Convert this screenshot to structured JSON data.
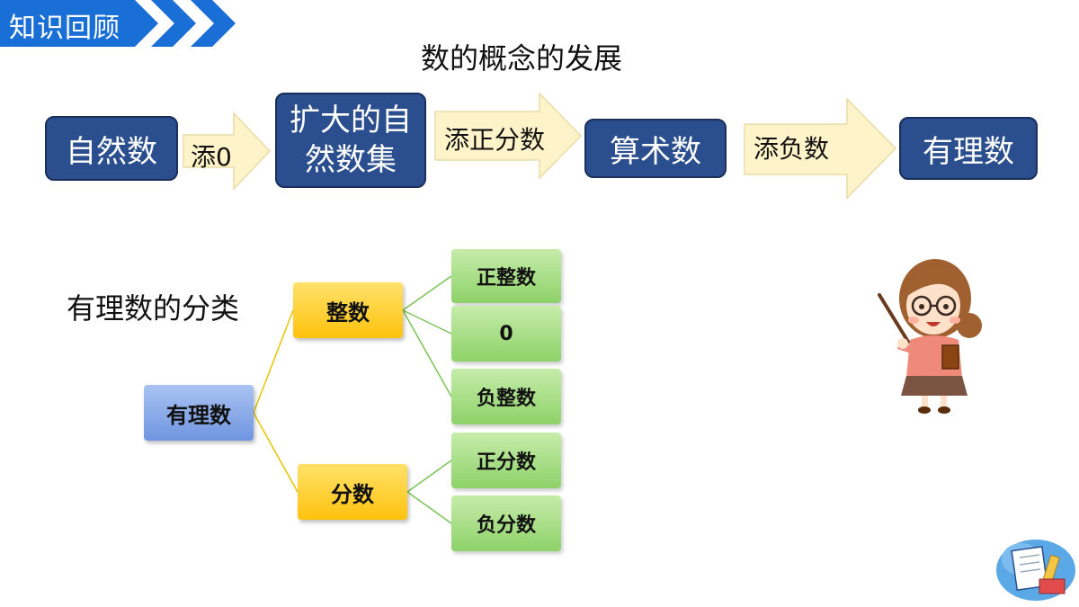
{
  "header": {
    "tag_label": "知识回顾"
  },
  "title": "数的概念的发展",
  "flow": {
    "boxes": [
      "自然数",
      "扩大的自然数集",
      "算术数",
      "有理数"
    ],
    "arrows": [
      "添0",
      "添正分数",
      "添负数"
    ]
  },
  "classification": {
    "title": "有理数的分类",
    "root": "有理数",
    "branches": [
      {
        "label": "整数",
        "children": [
          "正整数",
          "0",
          "负整数"
        ]
      },
      {
        "label": "分数",
        "children": [
          "正分数",
          "负分数"
        ]
      }
    ]
  },
  "colors": {
    "header_blue": "#1a6fd6",
    "flow_box": "#2b4f8e",
    "arrow_fill": "#fff4c9",
    "node_blue": "#6f95e0",
    "node_yellow": "#ffc20e",
    "node_green": "#8ed269",
    "line_yellow": "#e8c400",
    "line_green": "#7cc45a"
  },
  "icons": [
    "teacher-illustration",
    "study-clipart-icon"
  ]
}
